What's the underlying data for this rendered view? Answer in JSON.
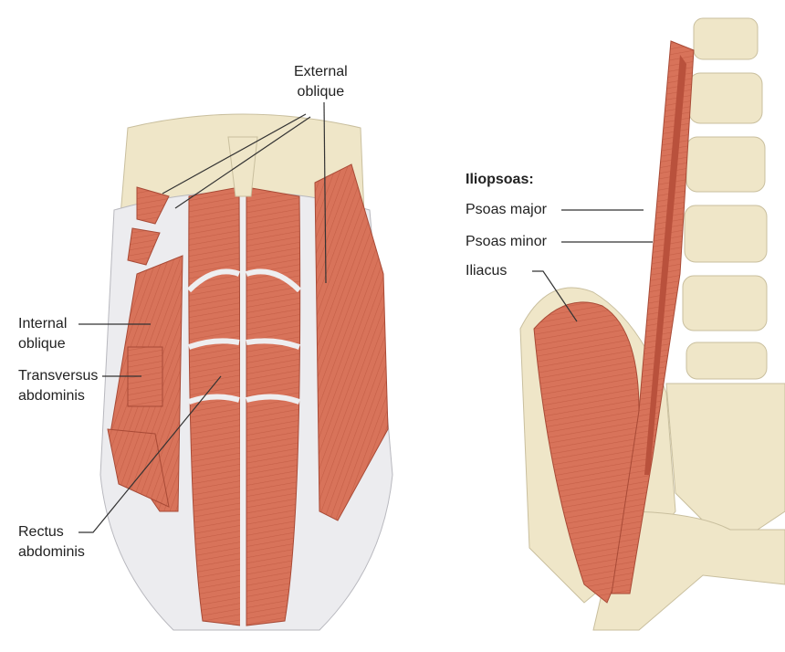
{
  "left_figure": {
    "labels": {
      "external_oblique": [
        "External",
        "oblique"
      ],
      "internal_oblique": [
        "Internal",
        "oblique"
      ],
      "transversus_abdominis": [
        "Transversus",
        "abdominis"
      ],
      "rectus_abdominis": [
        "Rectus",
        "abdominis"
      ]
    }
  },
  "right_figure": {
    "group_title": "Iliopsoas:",
    "labels": {
      "psoas_major": "Psoas major",
      "psoas_minor": "Psoas minor",
      "iliacus": "Iliacus"
    }
  },
  "colors": {
    "muscle": "#d8735a",
    "muscle_dark": "#b9513c",
    "bone": "#efe6c8",
    "fascia": "#ececef",
    "leader_line": "#333333"
  }
}
